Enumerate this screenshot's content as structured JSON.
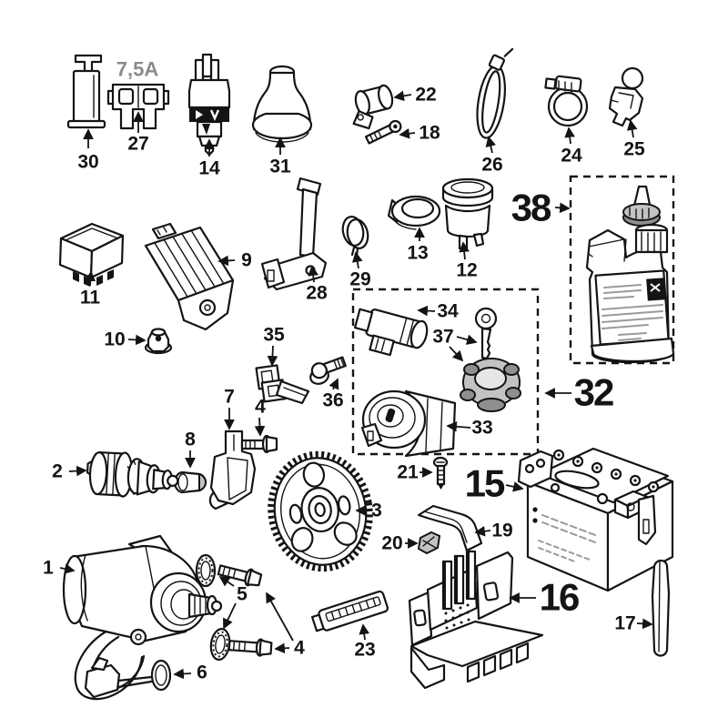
{
  "diagram": {
    "type": "exploded-parts-catalog-illustration",
    "background_color": "#ffffff",
    "ink_color": "#141414",
    "muted_label_color": "#8b8b8b",
    "fuse_rating_label": "7,5A",
    "emphasized_callouts": [
      "38",
      "32",
      "15",
      "16"
    ],
    "callouts": {
      "c1": "1",
      "c2": "2",
      "c3": "3",
      "c4a": "4",
      "c4b": "4",
      "c5": "5",
      "c6": "6",
      "c7": "7",
      "c8": "8",
      "c9": "9",
      "c10": "10",
      "c11": "11",
      "c12": "12",
      "c13": "13",
      "c14": "14",
      "c15": "15",
      "c16": "16",
      "c17": "17",
      "c18": "18",
      "c19": "19",
      "c20": "20",
      "c21": "21",
      "c22": "22",
      "c23": "23",
      "c24": "24",
      "c25": "25",
      "c26": "26",
      "c27": "27",
      "c28": "28",
      "c29": "29",
      "c30": "30",
      "c31": "31",
      "c32": "32",
      "c33": "33",
      "c34": "34",
      "c35": "35",
      "c36": "36",
      "c37": "37",
      "c38": "38"
    }
  }
}
